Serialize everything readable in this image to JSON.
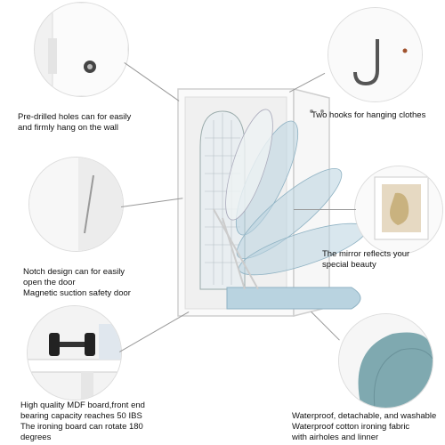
{
  "features": {
    "holes": {
      "line1": "Pre-drilled holes can for easily",
      "line2": "and firmly hang on the wall"
    },
    "hooks": {
      "line1": "Two hooks for hanging clothes"
    },
    "notch": {
      "line1": "Notch design can for easily",
      "line2": "open the door",
      "line3": "Magnetic suction safety door"
    },
    "mirror": {
      "line1": "The mirror reflects your",
      "line2": "special beauty"
    },
    "mdf": {
      "line1": "High quality MDF board,front end",
      "line2": "bearing capacity reaches 50 IBS",
      "line3": "The ironing board can rotate 180",
      "line4": "degrees"
    },
    "fabric": {
      "line1": "Waterproof, detachable, and washable",
      "line2": "Waterproof cotton ironing fabric",
      "line3": "with airholes and linner"
    }
  },
  "colors": {
    "board_blue": "#b9d3e0",
    "cabinet_white": "#ffffff",
    "fabric_teal": "#7fa9b0"
  }
}
